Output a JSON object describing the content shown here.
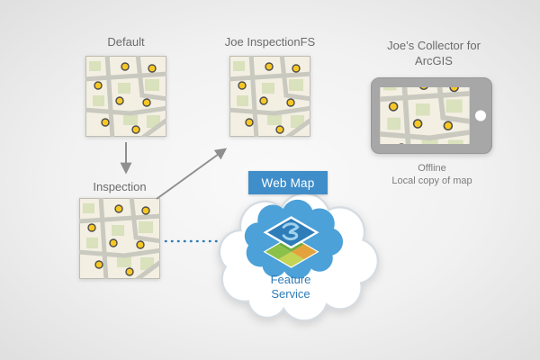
{
  "nodes": {
    "default_map": {
      "label": "Default"
    },
    "joe_inspection_fs": {
      "label": "Joe InspectionFS"
    },
    "inspection": {
      "label": "Inspection"
    },
    "collector": {
      "label": "Joe’s Collector for ArcGIS",
      "caption_line1": "Offline",
      "caption_line2": "Local copy of map"
    },
    "web_map": {
      "label": "Web Map"
    },
    "feature_service": {
      "label": "Feature Service"
    }
  },
  "connections": [
    {
      "from": "default_map",
      "to": "inspection",
      "style": "solid-arrow"
    },
    {
      "from": "inspection",
      "to": "joe_inspection_fs",
      "style": "solid-arrow"
    },
    {
      "from": "inspection",
      "to": "feature_service",
      "style": "dotted-line"
    }
  ],
  "icons": {
    "map_thumbnail": "street-map-with-yellow-points",
    "tablet": "tablet-device-with-home-button",
    "cloud": "cloud-shape",
    "feature_service_layers": "stacked-map-layers"
  },
  "colors": {
    "accent_blue": "#3f8ec9",
    "cloud_blue": "#4ba1d8",
    "feature_service_text": "#2e7cb8",
    "label_gray": "#6b6b6b",
    "arrow_gray": "#8f8f8f",
    "point_yellow": "#f8c821",
    "map_background": "#f3efe2"
  }
}
